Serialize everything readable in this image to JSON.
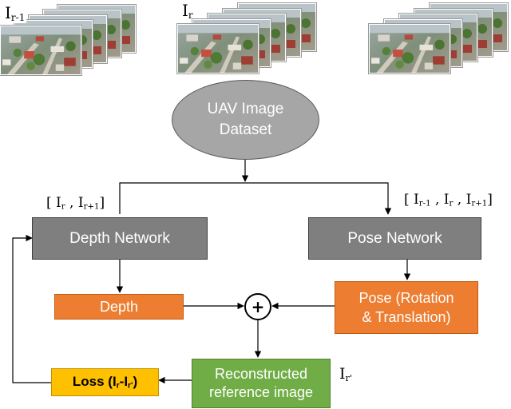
{
  "frames": {
    "left_label_main": "I",
    "left_label_sub": "r-1",
    "center_label_main": "I",
    "center_label_sub": "r",
    "right_label": ""
  },
  "dataset_node": {
    "line1": "UAV Image",
    "line2": "Dataset"
  },
  "depth_input_label": {
    "prefix": "[ I",
    "sub1": "r",
    "mid": " , I",
    "sub2": "r+1",
    "suffix": "]"
  },
  "pose_input_label": {
    "prefix": "[ I",
    "sub1": "r-1",
    "mid1": " , I",
    "sub2": "r",
    "mid2": " , I",
    "sub3": "r+1",
    "suffix": "]"
  },
  "depth_network": "Depth Network",
  "pose_network": "Pose Network",
  "depth_output": "Depth",
  "pose_output": {
    "line1": "Pose (Rotation",
    "line2": "& Translation)"
  },
  "combine_symbol": "+",
  "reconstructed": {
    "line1": "Reconstructed",
    "line2": "reference image"
  },
  "reconstructed_label": {
    "main": "I",
    "sub": "r'"
  },
  "loss": {
    "prefix": "Loss (I",
    "sub1": "r",
    "mid": "-I",
    "sub2": "r'",
    "suffix": ")"
  },
  "colors": {
    "network_box": "#7f7f7f",
    "dataset_oval": "#a6a6a6",
    "output_box": "#ed7d31",
    "reconstruction_box": "#70ad47",
    "loss_box": "#ffc000"
  }
}
